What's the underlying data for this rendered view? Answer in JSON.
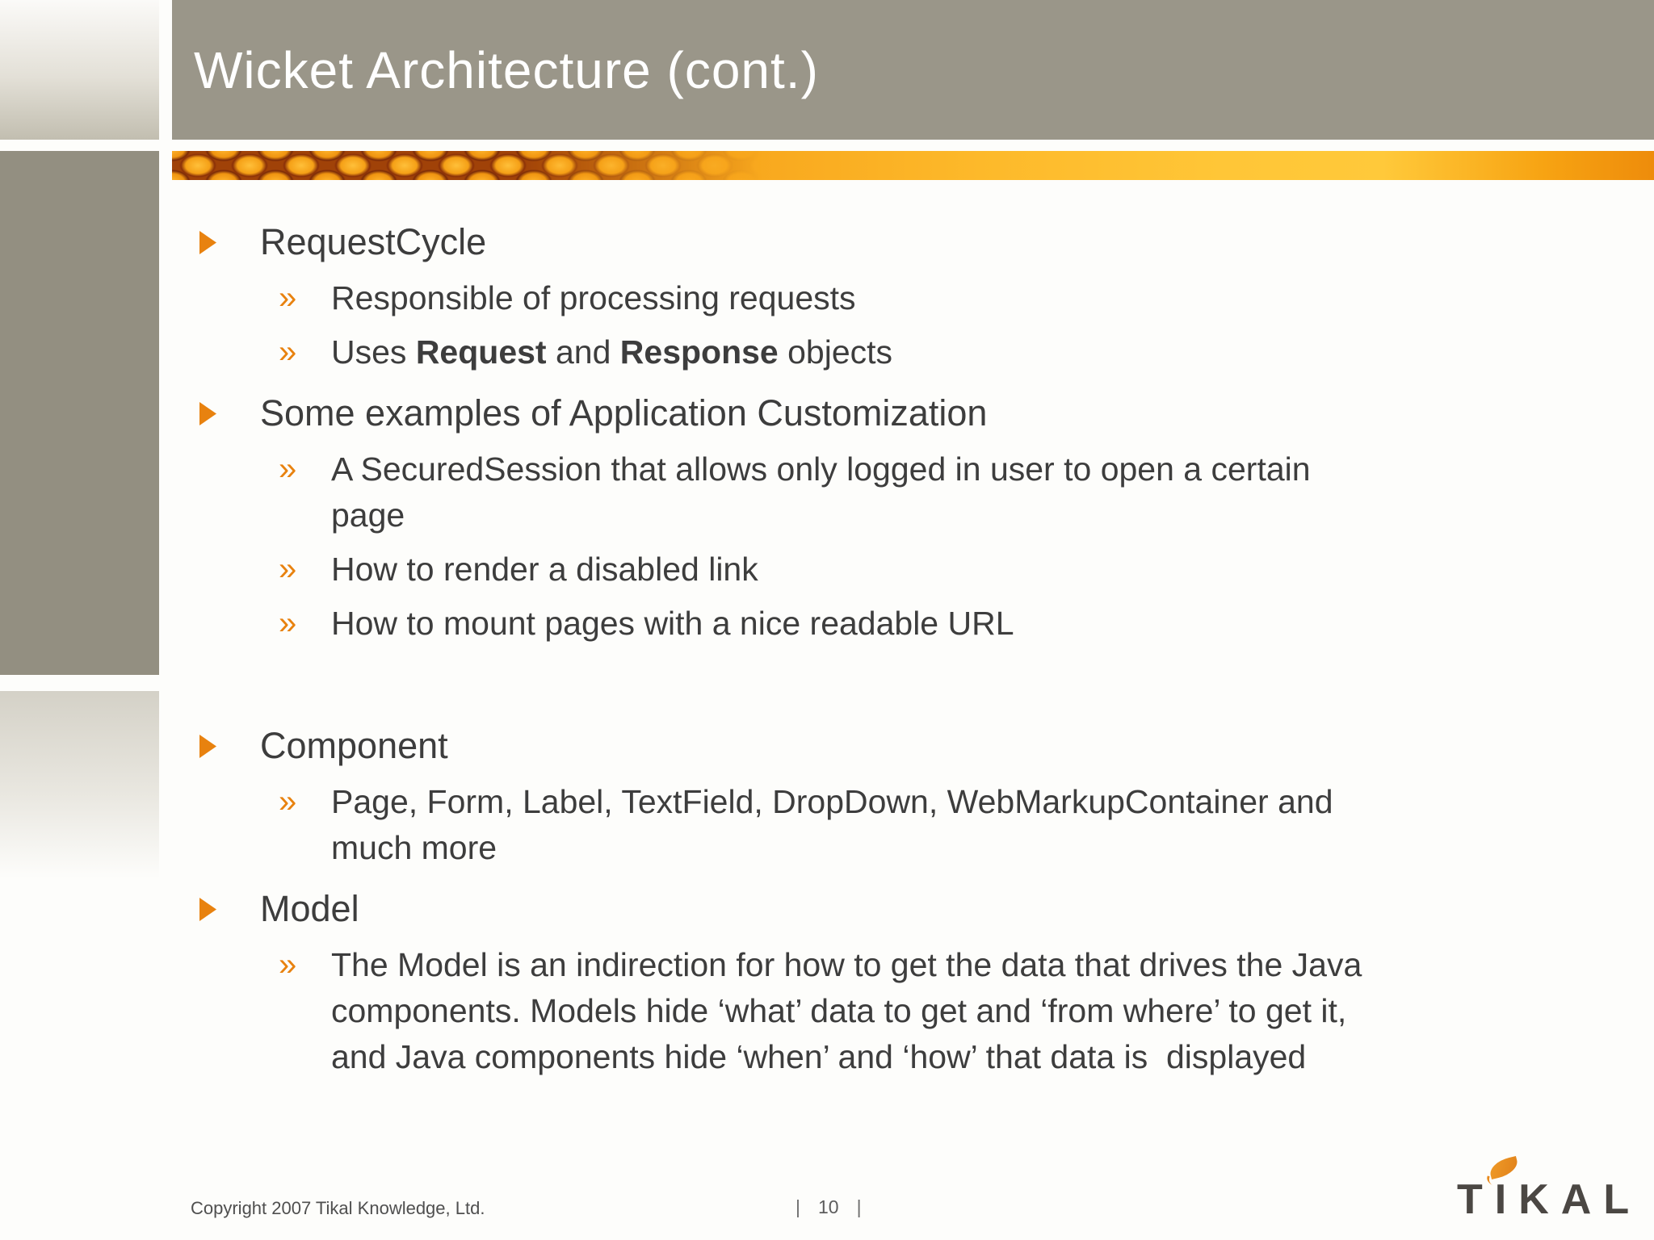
{
  "title": "Wicket Architecture (cont.)",
  "bullets": [
    {
      "level": 1,
      "runs": [
        {
          "text": "RequestCycle"
        }
      ]
    },
    {
      "level": 2,
      "runs": [
        {
          "text": "Responsible of processing requests"
        }
      ]
    },
    {
      "level": 2,
      "runs": [
        {
          "text": "Uses "
        },
        {
          "text": "Request",
          "bold": true
        },
        {
          "text": " and "
        },
        {
          "text": "Response",
          "bold": true
        },
        {
          "text": " objects"
        }
      ]
    },
    {
      "level": 1,
      "runs": [
        {
          "text": "Some examples of Application Customization"
        }
      ]
    },
    {
      "level": 2,
      "runs": [
        {
          "text": "A SecuredSession that allows only logged in user to open a certain\npage"
        }
      ]
    },
    {
      "level": 2,
      "runs": [
        {
          "text": "How to render a disabled link"
        }
      ]
    },
    {
      "level": 2,
      "runs": [
        {
          "text": "How to mount pages with a nice readable URL"
        }
      ]
    },
    {
      "level": 1,
      "gap": true,
      "runs": [
        {
          "text": "Component"
        }
      ]
    },
    {
      "level": 2,
      "runs": [
        {
          "text": "Page, Form, Label, TextField, DropDown, WebMarkupContainer and\nmuch more"
        }
      ]
    },
    {
      "level": 1,
      "runs": [
        {
          "text": "Model"
        }
      ]
    },
    {
      "level": 2,
      "runs": [
        {
          "text": "The Model is an indirection for how to get the data that drives the Java\ncomponents. Models hide ‘what’ data to get and ‘from where’ to get it,\nand Java components hide ‘when’ and ‘how’ that data is  displayed"
        }
      ]
    }
  ],
  "icons": {
    "level1_marker": "right-triangle",
    "level2_marker": "»",
    "logo_leaf": "orange-leaf"
  },
  "footer": {
    "copyright": "Copyright 2007 Tikal Knowledge, Ltd.",
    "separator": "|",
    "page_number": "10"
  },
  "logo": {
    "text": "TIKAL"
  },
  "colors": {
    "header_band": "#9a9689",
    "sidebar_block": "#938f81",
    "accent_orange": "#e8820f",
    "body_text": "#3d3d3d",
    "title_text": "#ffffff",
    "banner_orange_dark": "#ee8c0b",
    "banner_orange_light": "#ffc637",
    "kernel_outline": "#8a3008",
    "footer_text": "#4f4f4f",
    "logo_text": "#4b4743"
  }
}
